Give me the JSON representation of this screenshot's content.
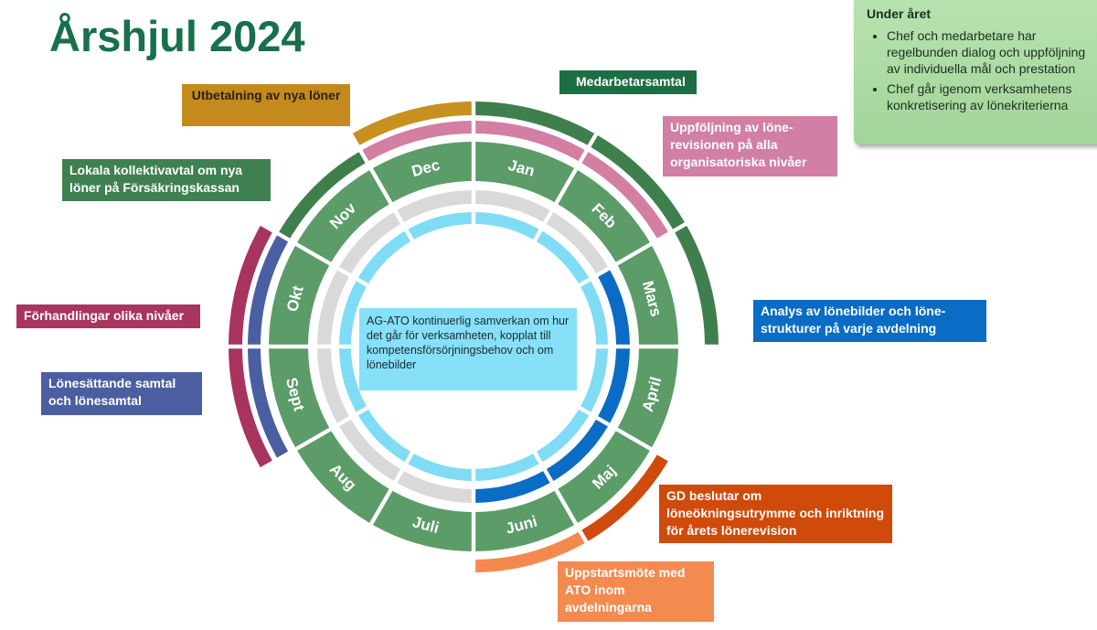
{
  "title": "Årshjul 2024",
  "months": [
    "Jan",
    "Feb",
    "Mars",
    "April",
    "Maj",
    "Juni",
    "Juli",
    "Aug",
    "Sept",
    "Okt",
    "Nov",
    "Dec"
  ],
  "colors": {
    "month": "#5b9c68",
    "gray": "#d9d9d9",
    "blue": "#0a6cc4",
    "cyan": "#80dcf5"
  },
  "blue_months": [
    "Mars",
    "April",
    "Maj",
    "Juni"
  ],
  "outer_arcs": [
    {
      "band": 1,
      "months": [
        "Dec",
        "Jan",
        "Feb"
      ],
      "color": "#d37ea3"
    },
    {
      "band": 2,
      "months": [
        "Dec"
      ],
      "color": "#c8901e"
    },
    {
      "band": 2,
      "months": [
        "Jan",
        "Feb",
        "Mars"
      ],
      "color": "#3f7f4e"
    },
    {
      "band": 1,
      "months": [
        "Nov"
      ],
      "color": "#3f7f4e"
    },
    {
      "band": 1,
      "months": [
        "Sept",
        "Okt"
      ],
      "color": "#4a5fa2"
    },
    {
      "band": 2,
      "months": [
        "Sept",
        "Okt"
      ],
      "color": "#a8335f"
    },
    {
      "band": 1,
      "months": [
        "Maj"
      ],
      "color": "#cf4a0c"
    },
    {
      "band": 1,
      "months": [
        "Juni"
      ],
      "color": "#f4894e"
    }
  ],
  "center_text": "AG-ATO kontinuerlig samverkan om hur det går för verksamheten, kopplat till kompetensförsörjningsbehov och om lönebilder",
  "labels": {
    "utbetalning": "Utbetalning av nya löner",
    "medarbetarsamtal": "Medarbetarsamtal",
    "uppfoljning": "Uppföljning av löne-revisionen på alla organisatoriska nivåer",
    "lokala": "Lokala kollektivavtal om nya löner på Försäkringskassan",
    "forhandlingar": "Förhandlingar olika nivåer",
    "lonesattande": "Lönesättande samtal och lönesamtal",
    "analys": "Analys av lönebilder och löne-strukturer på varje avdelning",
    "gd": "GD beslutar om löneökningsutrymme och inriktning för årets lönerevision",
    "uppstart": "Uppstartsmöte med ATO inom avdelningarna"
  },
  "under_aret": {
    "heading": "Under året",
    "items": [
      "Chef och medarbetare har regelbunden dialog och uppföljning av individuella mål och prestation",
      "Chef går igenom verksamhetens konkretisering av lönekriterierna"
    ]
  }
}
